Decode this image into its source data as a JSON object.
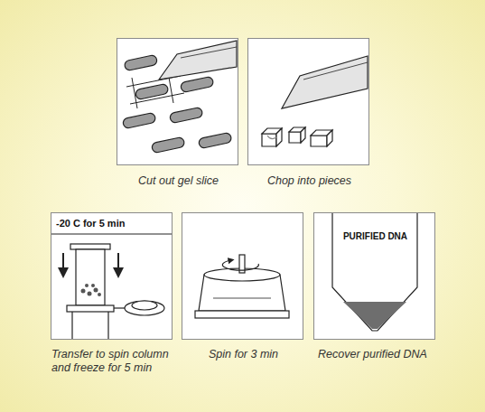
{
  "diagram": {
    "nodes": [
      {
        "text": [
          "Cut out gel slice"
        ]
      },
      {
        "text": [
          "Chop into pieces"
        ]
      },
      {
        "text": [
          "-20 C for 5 min",
          "Transfer to spin column and freeze for 5 min"
        ]
      },
      {
        "text": [
          "Spin for 3 min"
        ]
      },
      {
        "text": [
          "PURIFIED DNA",
          "Recover purified DNA"
        ]
      }
    ]
  }
}
